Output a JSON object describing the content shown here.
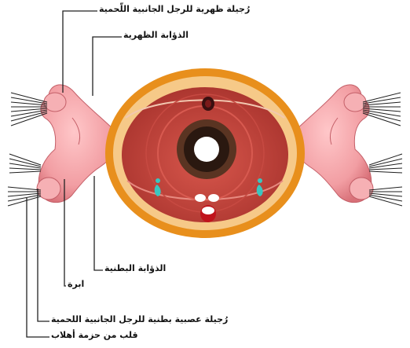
{
  "labels": {
    "dorsal_lateral_nerve": "رُجيلة ظهرية للرجل الجانبية اللّحمية",
    "dorsal_horn": "الذؤابة الظهرية",
    "ventral_horn": "الذؤابة البطنية",
    "needle": "ابرة",
    "ventral_lateral_nerve": "رُجيلة عصبية بطنية للرجل الجانبية اللحمية",
    "heart": "قلب من حزمة أهلاب"
  },
  "colors": {
    "ring_outer": "#e88f1c",
    "ring_inner": "#f6c988",
    "cavity": "#c9463d",
    "cavity_dark": "#a6322c",
    "parapodia": "#f2a1a4",
    "parapodia_dark": "#d9727a",
    "gut": "#3c2418",
    "cyan": "#3ac6c0"
  }
}
